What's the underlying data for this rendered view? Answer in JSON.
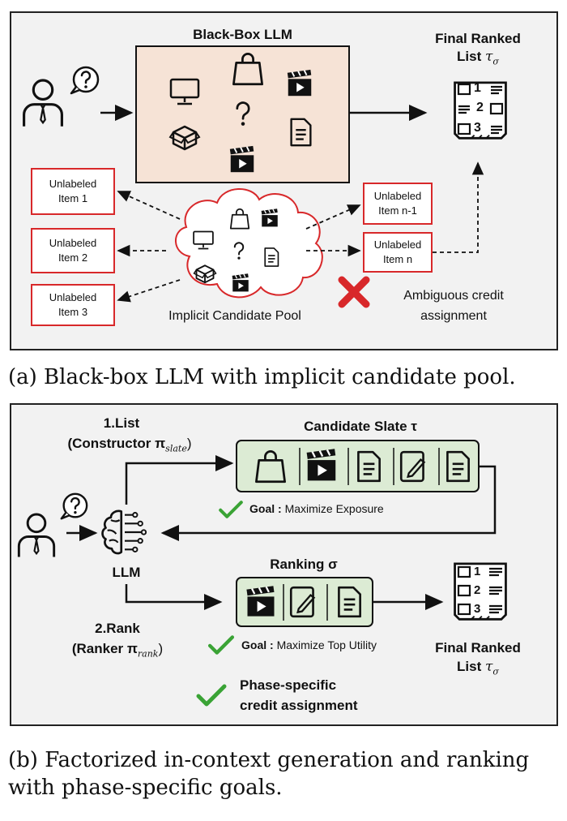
{
  "panel_a": {
    "llm_title": "Black-Box LLM",
    "final_title_1": "Final Ranked",
    "final_title_2": "List",
    "final_sym": "τ",
    "final_sub": "σ",
    "list_rows": [
      "1",
      "2",
      "3"
    ],
    "unlabeled_left": [
      {
        "line1": "Unlabeled",
        "line2": "Item 1"
      },
      {
        "line1": "Unlabeled",
        "line2": "Item 2"
      },
      {
        "line1": "Unlabeled",
        "line2": "Item 3"
      }
    ],
    "unlabeled_right": [
      {
        "line1": "Unlabeled",
        "line2": "Item n-1"
      },
      {
        "line1": "Unlabeled",
        "line2": "Item n"
      }
    ],
    "pool_label": "Implicit Candidate Pool",
    "ambiguous_1": "Ambiguous credit",
    "ambiguous_2": "assignment"
  },
  "caption_a": "(a) Black-box LLM with implicit candidate pool.",
  "panel_b": {
    "list_step": "1.List",
    "constructor_label": "(Constructor π",
    "constructor_sub": "slate",
    "constructor_close": ")",
    "slate_title": "Candidate Slate τ",
    "goal_prefix": "Goal :",
    "goal_1": "Maximize Exposure",
    "llm_label": "LLM",
    "ranking_title": "Ranking σ",
    "goal_2": "Maximize Top Utility",
    "rank_step": "2.Rank",
    "ranker_label": "(Ranker π",
    "ranker_sub": "rank",
    "ranker_close": ")",
    "final_title_1": "Final Ranked",
    "final_title_2": "List",
    "final_sym": "τ",
    "final_sub": "σ",
    "list_rows": [
      "1",
      "2",
      "3"
    ],
    "phase_1": "Phase-specific",
    "phase_2": "credit assignment"
  },
  "caption_b_1": "(b) Factorized in-context generation and ranking",
  "caption_b_2": "with phase-specific goals.",
  "colors": {
    "red": "#d8282a",
    "green": "#3aa335",
    "llm_box": "#f6e3d6",
    "slate_box": "#dcebd4"
  }
}
